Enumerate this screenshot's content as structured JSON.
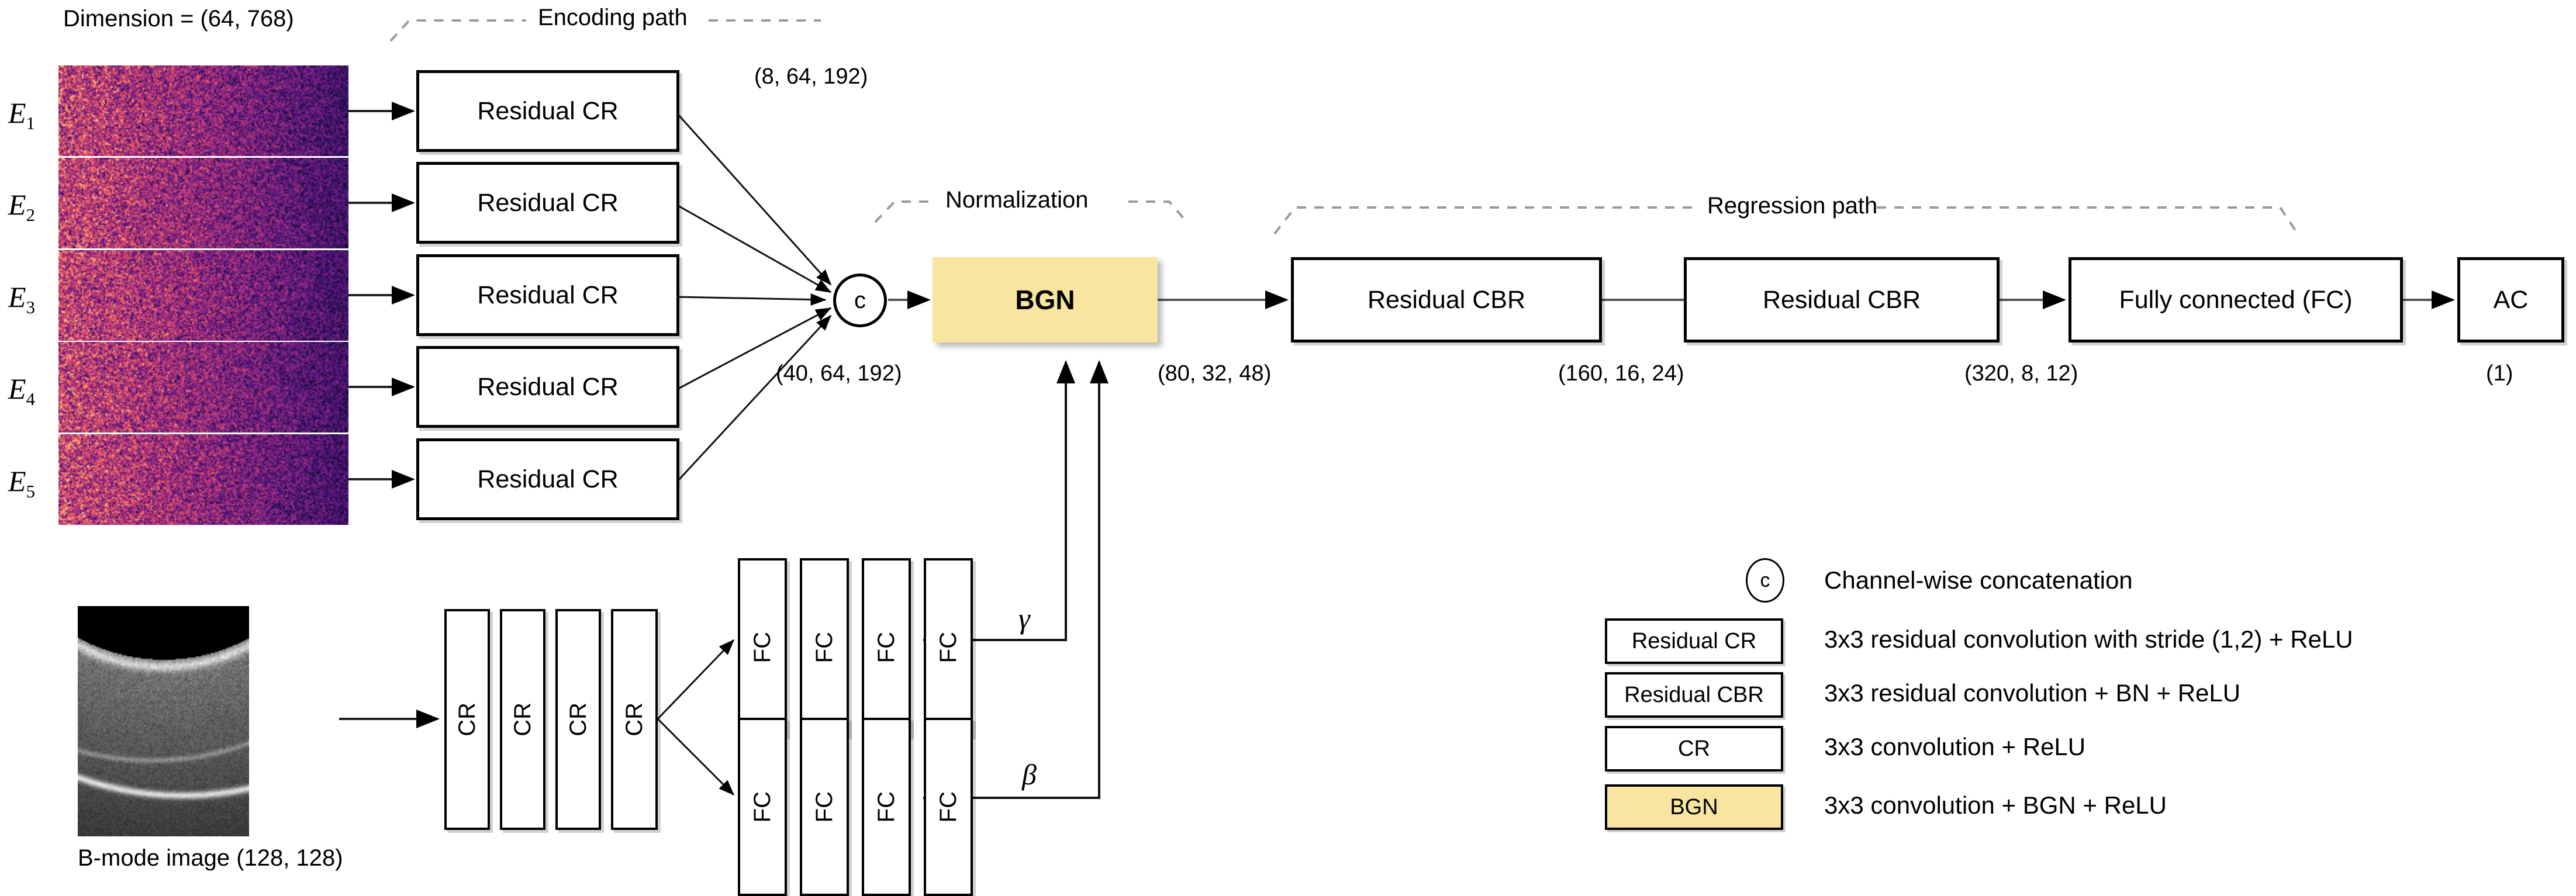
{
  "figure": {
    "title_top_left": "Dimension = (64, 768)",
    "bmode_caption": "B-mode image (128, 128)"
  },
  "section_labels": {
    "encoding": "Encoding path",
    "normalization": "Normalization",
    "regression": "Regression path"
  },
  "inputs": [
    {
      "label": "E",
      "sub": "1"
    },
    {
      "label": "E",
      "sub": "2"
    },
    {
      "label": "E",
      "sub": "3"
    },
    {
      "label": "E",
      "sub": "4"
    },
    {
      "label": "E",
      "sub": "5"
    }
  ],
  "encoder_blocks": [
    {
      "label": "Residual CR"
    },
    {
      "label": "Residual CR"
    },
    {
      "label": "Residual CR"
    },
    {
      "label": "Residual CR"
    },
    {
      "label": "Residual CR"
    }
  ],
  "concat": {
    "symbol": "c"
  },
  "normalization_block": {
    "label": "BGN"
  },
  "regression_blocks": [
    {
      "label": "Residual CBR"
    },
    {
      "label": "Residual CBR"
    },
    {
      "label": "Fully connected (FC)"
    },
    {
      "label": "AC"
    }
  ],
  "shape_annotations": {
    "after_encoder": "(8, 64, 192)",
    "after_concat": "(40, 64, 192)",
    "after_bgn": "(80, 32, 48)",
    "after_cbr1": "(160, 16, 24)",
    "after_cbr2": "(320, 8, 12)",
    "after_ac": "(1)"
  },
  "bmode_branch": {
    "cr_blocks": [
      {
        "label": "CR"
      },
      {
        "label": "CR"
      },
      {
        "label": "CR"
      },
      {
        "label": "CR"
      }
    ],
    "fc_gamma": [
      {
        "label": "FC"
      },
      {
        "label": "FC"
      },
      {
        "label": "FC"
      },
      {
        "label": "FC"
      }
    ],
    "fc_beta": [
      {
        "label": "FC"
      },
      {
        "label": "FC"
      },
      {
        "label": "FC"
      },
      {
        "label": "FC"
      }
    ],
    "gamma_symbol": "γ",
    "beta_symbol": "β"
  },
  "legend": {
    "rows": [
      {
        "key_type": "circle",
        "key_label": "c",
        "description": "Channel-wise concatenation"
      },
      {
        "key_type": "box",
        "key_label": "Residual CR",
        "description": "3x3 residual convolution with stride (1,2) + ReLU"
      },
      {
        "key_type": "box",
        "key_label": "Residual  CBR",
        "description": "3x3 residual convolution + BN + ReLU"
      },
      {
        "key_type": "box",
        "key_label": "CR",
        "description": "3x3 convolution + ReLU"
      },
      {
        "key_type": "box-yellow",
        "key_label": "BGN",
        "description": "3x3 convolution + BGN + ReLU"
      }
    ]
  },
  "colors": {
    "bgn_fill": "#F8E6A0",
    "stroke": "#000000",
    "background": "#FFFFFF",
    "dashed_bracket": "#9a9a9a"
  }
}
